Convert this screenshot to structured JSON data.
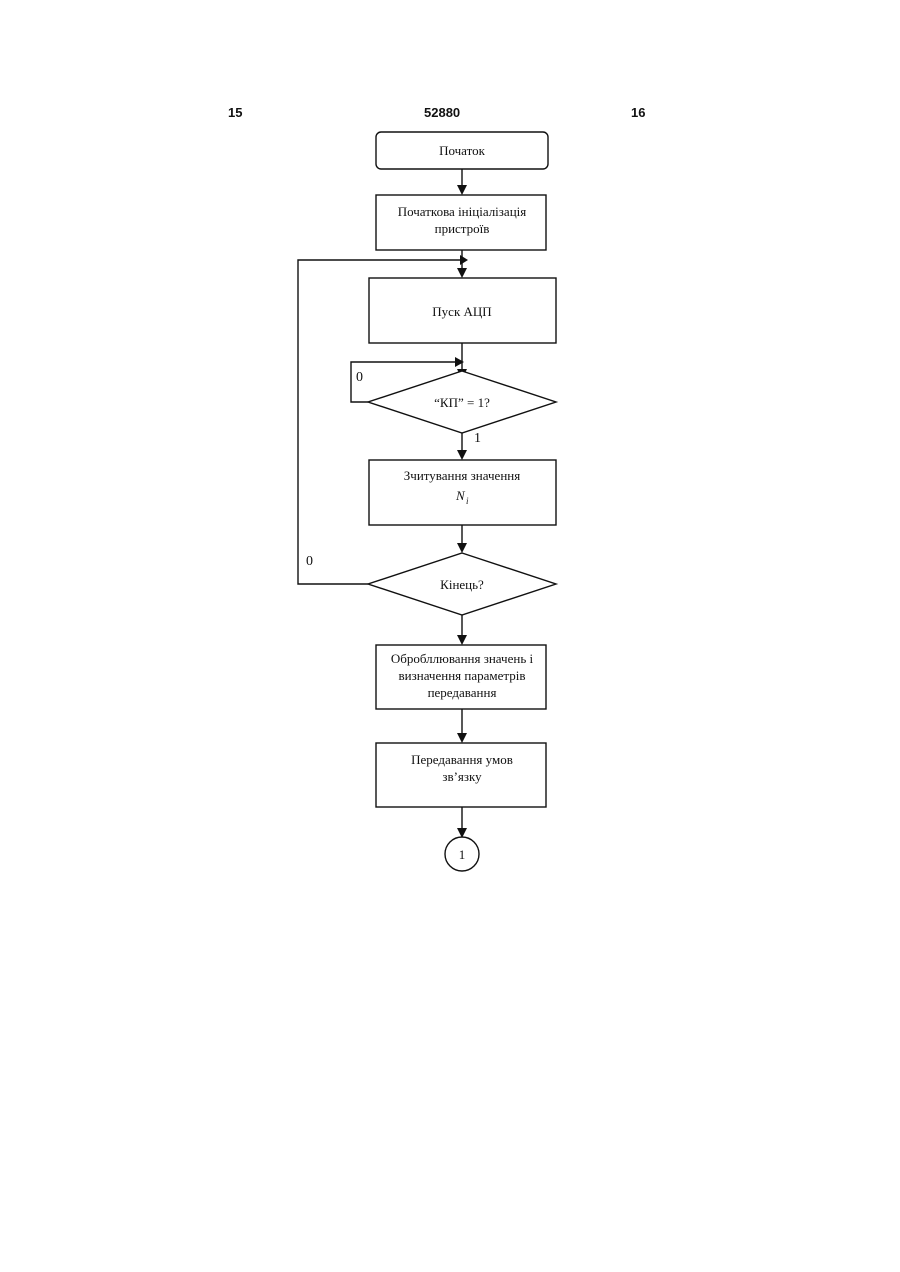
{
  "header": {
    "page_left": "15",
    "doc_number": "52880",
    "page_right": "16"
  },
  "flowchart": {
    "start": "Початок",
    "init": [
      "Початкова ініціалізація",
      "пристроїв"
    ],
    "adc_start": "Пуск АЦП",
    "check_kp": "“КП” = 1?",
    "read_value": "Зчитування значення",
    "read_value_var": "N",
    "read_value_sub": "i",
    "end_check": "Кінець?",
    "process": [
      "Обробллювання значень і",
      "визначення параметрів",
      "передавання"
    ],
    "transmit": [
      "Передавання умов",
      "зв’язку"
    ],
    "connector": "1",
    "edge_kp_no": "0",
    "edge_kp_yes": "1",
    "edge_end_no": "0"
  }
}
